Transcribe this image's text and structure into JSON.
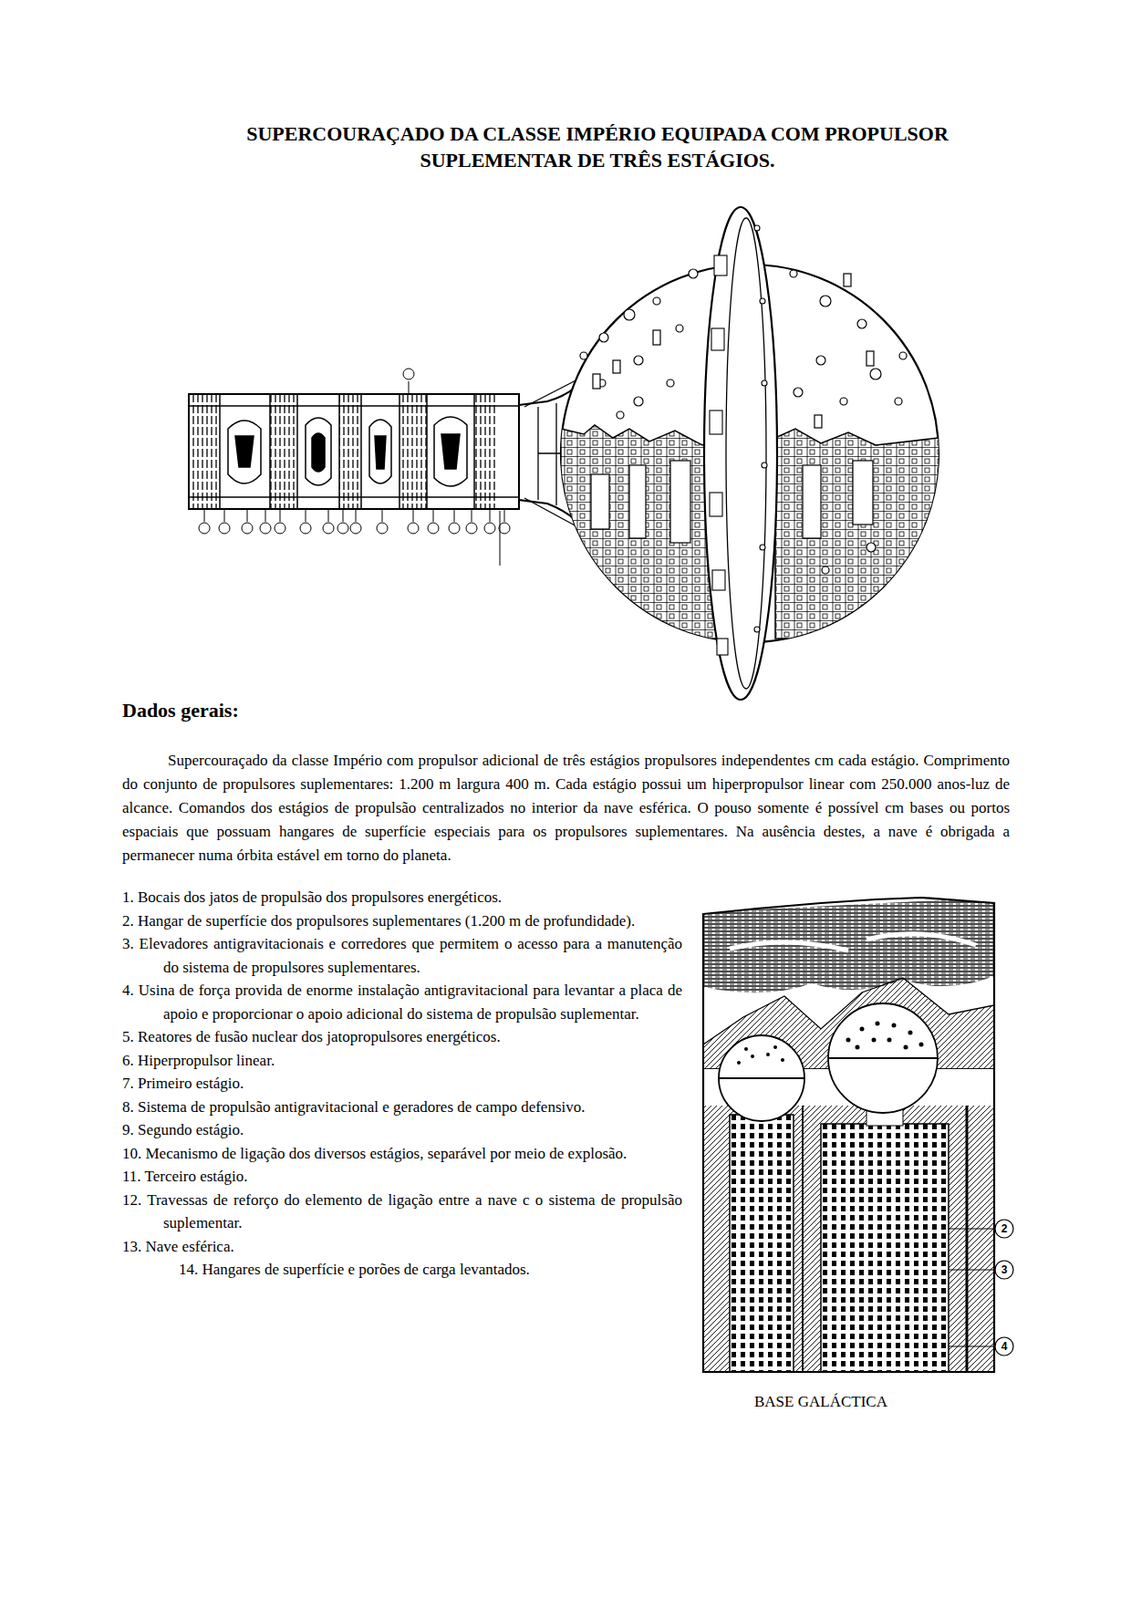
{
  "diagram": {
    "title": "SUPERCOURAÇADO DA CLASSE IMPÉRIO EQUIPADA COM PROPULSOR SUPLEMENTAR DE TRÊS ESTÁGIOS.",
    "caption": "BASE GALÁCTICA",
    "labels": [
      "Dados gerais:",
      "Supercouraçado da classe Império com propulsor adicional de três estágios propulsores independentes cm cada estágio. Comprimento do conjunto de propulsores suplementares: 1.200 m largura 400 m. Cada estágio possui um hiperpropulsor linear com 250.000 anos-luz de alcance. Comandos dos estágios de propulsão centralizados no interior da nave esférica. O pouso somente é possível cm bases ou portos espaciais que possuam hangares de superfície especiais para os propulsores suplementares. Na ausência destes, a nave é obrigada a permanecer numa órbita estável em torno do planeta.",
      "1. Bocais dos jatos de propulsão dos propulsores energéticos.",
      "2. Hangar de superfície dos propulsores suplementares (1.200 m de profundidade).",
      "3. Elevadores antigravitacionais e corredores que permitem o acesso para a manutenção do sistema de propulsores suplementares.",
      "4. Usina de força provida de enorme instalação antigravitacional para levantar a placa de apoio e proporcionar o apoio adicional do sistema de propulsão suplementar.",
      "5. Reatores de fusão nuclear dos jatopropulsores energéticos.",
      "6. Hiperpropulsor linear.",
      "7. Primeiro estágio.",
      "8. Sistema de propulsão antigravitacional e geradores de campo defensivo.",
      "9. Segundo estágio.",
      "10. Mecanismo de ligação dos diversos estágios, separável por meio de explosão.",
      "11. Terceiro estágio.",
      "12. Travessas de reforço do elemento de ligação entre a nave c o sistema de propulsão suplementar.",
      "13. Nave esférica.",
      "14. Hangares de superfície e porões de carga levantados.",
      "2",
      "3",
      "4"
    ]
  }
}
